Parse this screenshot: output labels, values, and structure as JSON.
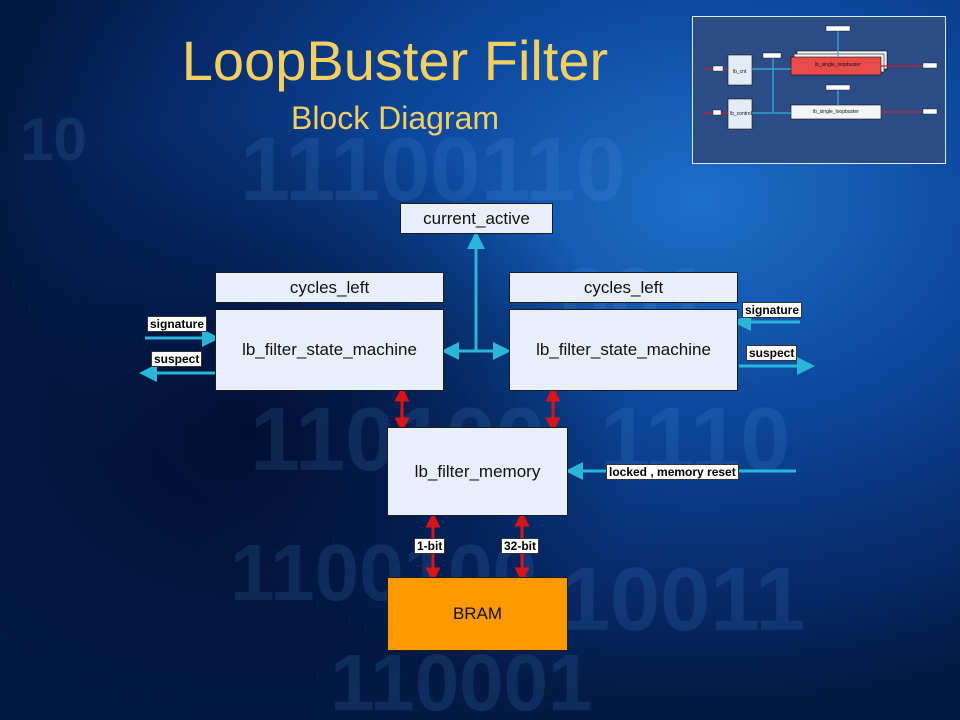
{
  "slide": {
    "title": "LoopBuster Filter",
    "subtitle": "Block Diagram"
  },
  "blocks": {
    "current_active": "current_active",
    "cycles_left_left": "cycles_left",
    "cycles_left_right": "cycles_left",
    "state_machine_left": "lb_filter_state_machine",
    "state_machine_right": "lb_filter_state_machine",
    "memory": "lb_filter_memory",
    "bram": "BRAM"
  },
  "signals": {
    "signature_left": "signature",
    "suspect_left": "suspect",
    "signature_right": "signature",
    "suspect_right": "suspect",
    "memory_input": "locked , memory reset",
    "bus_1bit": "1-bit",
    "bus_32bit": "32-bit"
  },
  "thumbnail": {
    "labels": [
      "lb_cnt",
      "lb_control",
      "lb_single_loopbuster",
      "lb_single_loopbuster"
    ]
  },
  "colors": {
    "title": "#f2cf63",
    "arrow_cyan": "#29b6d8",
    "arrow_red": "#d8141b",
    "bram_fill": "#ff9900",
    "box_fill": "#e8eefa"
  }
}
